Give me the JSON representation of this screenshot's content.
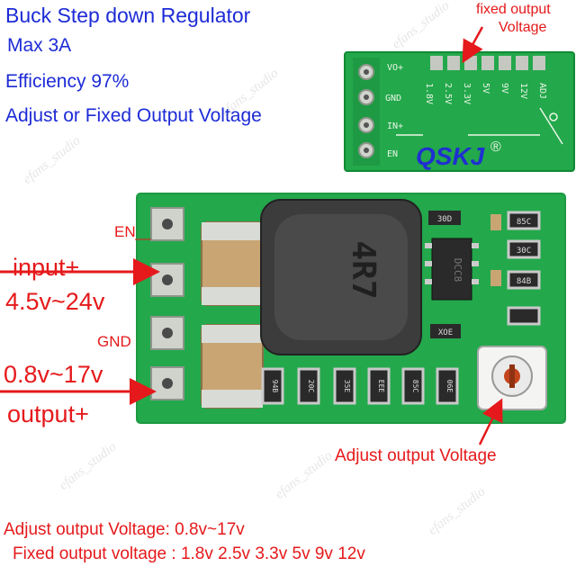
{
  "headline": {
    "line1": "Buck Step down Regulator",
    "line2": "Max 3A",
    "line3": "Efficiency 97%",
    "line4": "Adjust or Fixed Output Voltage"
  },
  "callouts": {
    "fixed_line1": "fixed output",
    "fixed_line2": "Voltage",
    "en": "EN",
    "input": "input+",
    "input_range": "4.5v~24v",
    "gnd": "GND",
    "output_range": "0.8v~17v",
    "output": "output+",
    "adjust": "Adjust output Voltage"
  },
  "footer": {
    "line1": "Adjust output Voltage: 0.8v~17v",
    "line2": "Fixed output voltage : 1.8v 2.5v 3.3v 5v 9v 12v"
  },
  "board_back": {
    "pins": [
      "VO+",
      "GND",
      "IN+",
      "EN"
    ],
    "voltages": [
      "1.8V",
      "2.5V",
      "3.3V",
      "5V",
      "9V",
      "12V",
      "ADJ"
    ],
    "logo": "QSKJ"
  },
  "board_front": {
    "inductor": "4R7",
    "ic": "DCC8",
    "resistors_bottom": [
      "94B",
      "20C",
      "35E",
      "EEE",
      "85C",
      "06E"
    ],
    "resistors_right": [
      "85C",
      "30C",
      "84B"
    ],
    "small_labels": [
      "30D",
      "XOE"
    ]
  },
  "watermark": "efans_studio",
  "colors": {
    "text_blue": "#1d2bd6",
    "text_red": "#e5191b",
    "pcb_green": "#22a54a",
    "pcb_dark": "#137a33"
  }
}
